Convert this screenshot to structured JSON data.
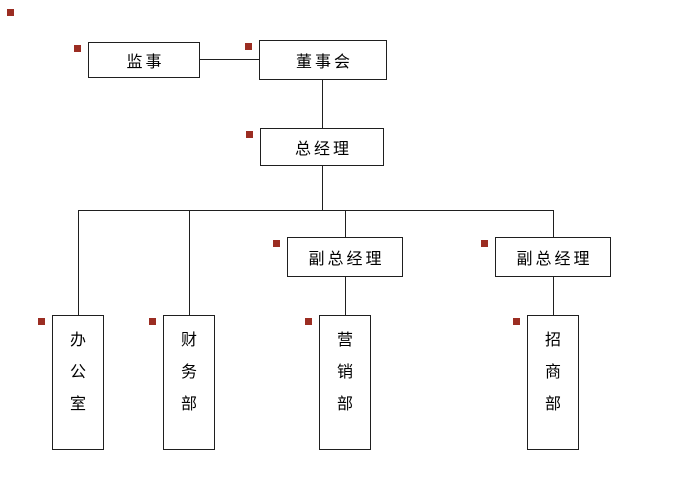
{
  "colors": {
    "line": "#1f1f1f",
    "marker": "#9b2d22",
    "node_border": "#1f1f1f",
    "text": "#000000",
    "bg": "#ffffff"
  },
  "diagram": {
    "title": "",
    "nodes": {
      "supervisor": {
        "label": "监事"
      },
      "board": {
        "label": "董事会"
      },
      "general_manager": {
        "label": "总经理"
      },
      "deputy_manager_1": {
        "label": "副总经理"
      },
      "deputy_manager_2": {
        "label": "副总经理"
      },
      "office": {
        "label": "办公室"
      },
      "finance": {
        "label": "财务部"
      },
      "marketing": {
        "label": "营销部"
      },
      "investment": {
        "label": "招商部"
      }
    },
    "edges": [
      {
        "from": "supervisor",
        "to": "board"
      },
      {
        "from": "board",
        "to": "general_manager"
      },
      {
        "from": "general_manager",
        "to": "office"
      },
      {
        "from": "general_manager",
        "to": "finance"
      },
      {
        "from": "general_manager",
        "to": "deputy_manager_1"
      },
      {
        "from": "general_manager",
        "to": "deputy_manager_2"
      },
      {
        "from": "deputy_manager_1",
        "to": "marketing"
      },
      {
        "from": "deputy_manager_2",
        "to": "investment"
      }
    ]
  }
}
